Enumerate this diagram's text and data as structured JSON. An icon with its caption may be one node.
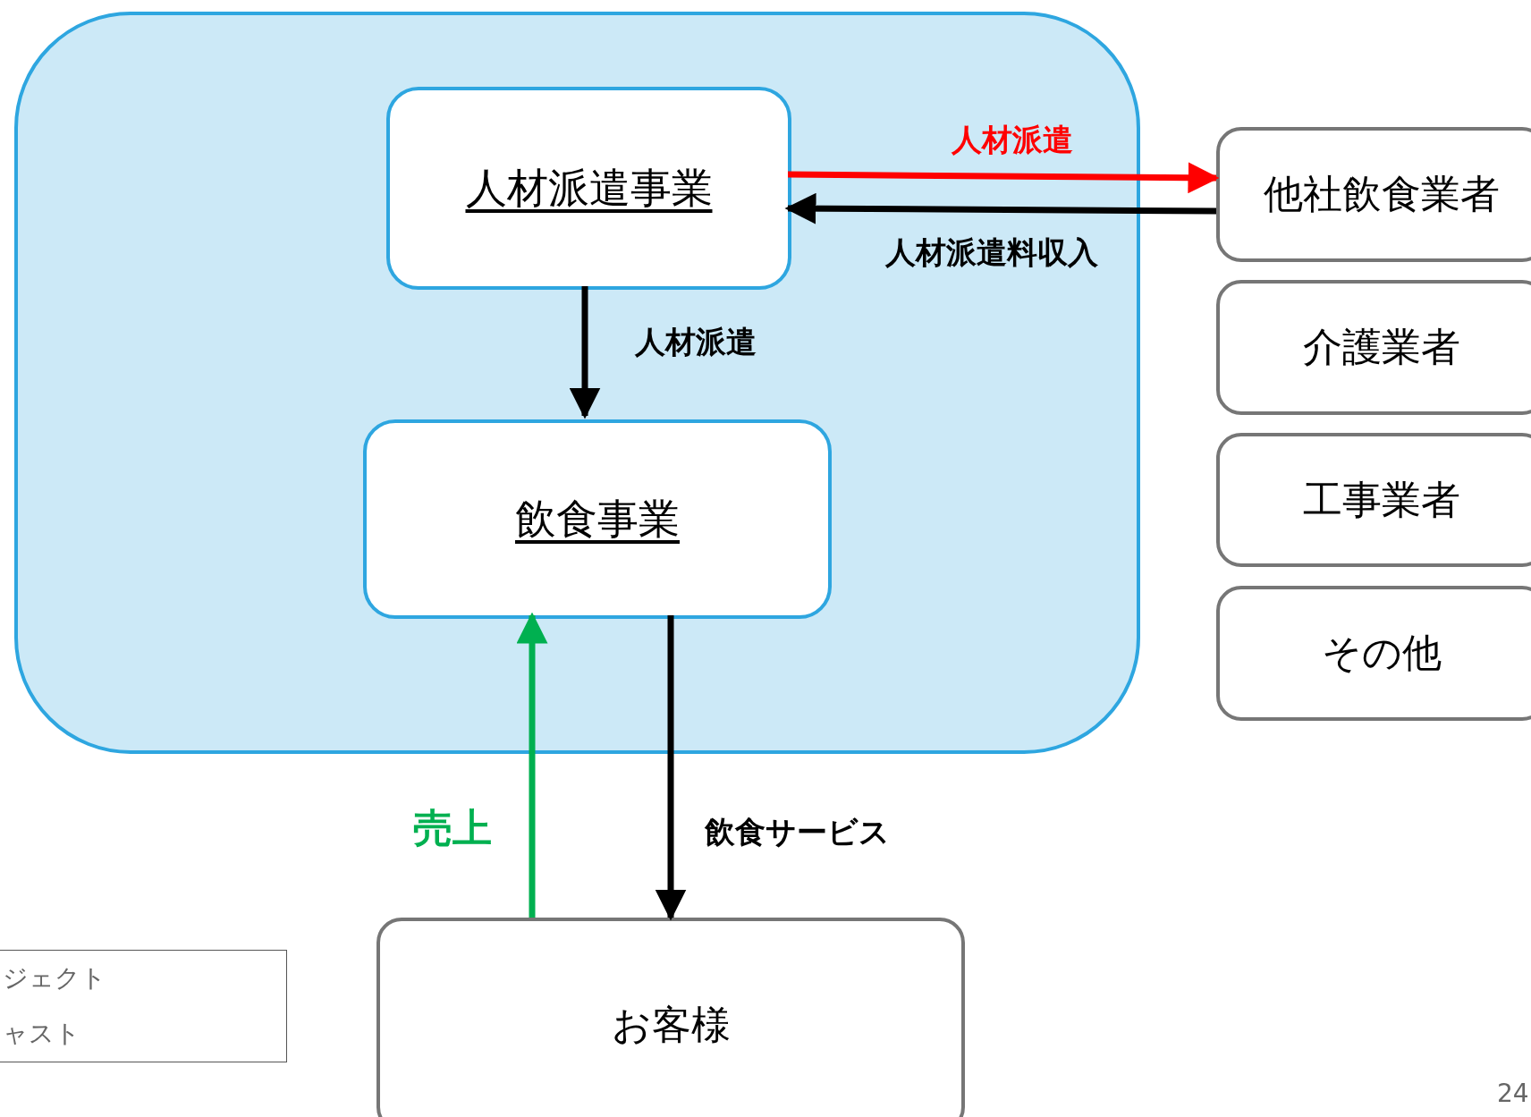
{
  "diagram": {
    "nodes": [
      {
        "text": [],
        "shape": "box"
      },
      {
        "text": [
          "人材派遣事業"
        ],
        "in": 0
      },
      {
        "text": [
          "飲食事業"
        ],
        "in": 0
      },
      {
        "text": [
          "他社飲食業者"
        ]
      },
      {
        "text": [
          "介護業者"
        ]
      },
      {
        "text": [
          "工事業者"
        ]
      },
      {
        "text": [
          "その他"
        ]
      },
      {
        "text": [
          "お客様"
        ]
      },
      {
        "text": [
          "ジェクト",
          "ャスト"
        ]
      }
    ],
    "edges": [
      {
        "from": 1,
        "to": 3,
        "arrow": "to",
        "label": "人材派遣",
        "color": "#ff0000"
      },
      {
        "from": 3,
        "to": 1,
        "arrow": "to",
        "label": "人材派遣料収入"
      },
      {
        "from": 1,
        "to": 2,
        "arrow": "to",
        "label": "人材派遣"
      },
      {
        "from": 7,
        "to": 2,
        "arrow": "to",
        "label": "売上",
        "color": "#00b050"
      },
      {
        "from": 2,
        "to": 7,
        "arrow": "to",
        "label": "飲食サービス"
      }
    ],
    "labels": [
      "24"
    ]
  }
}
